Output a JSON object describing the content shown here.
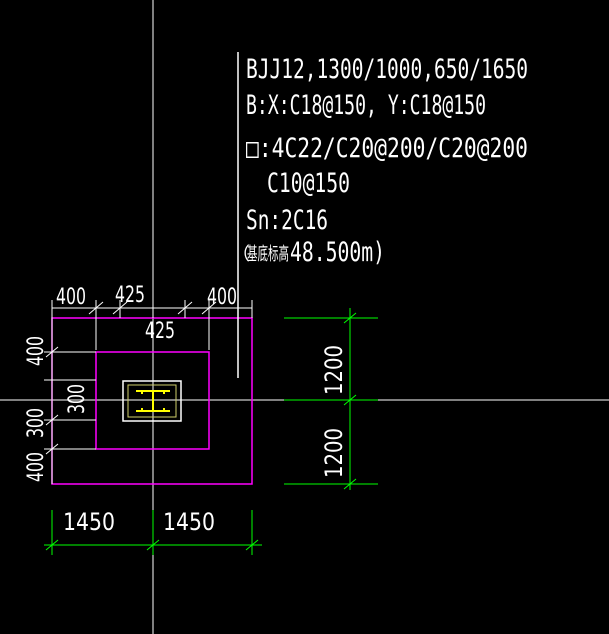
{
  "annotation": {
    "line1": "BJJ12,1300/1000,650/1650",
    "line2": "B:X:C18@150, Y:C18@150",
    "line3": "□:4C22/C20@200/C20@200",
    "line4": "C10@150",
    "line5": "Sn:2C16",
    "line6_prefix": "（",
    "line6_cn": "基底标高",
    "line6_value": "48.500m)"
  },
  "dimensions": {
    "top_1": "400",
    "top_2": "425",
    "top_3": "400",
    "top_4": "425",
    "left_1": "400",
    "left_2": "300",
    "left_3": "300",
    "left_4": "400",
    "right_1": "1200",
    "right_2": "1200",
    "bottom_1": "1450",
    "bottom_2": "1450"
  },
  "colors": {
    "background": "#000000",
    "axis": "#ffffff",
    "foundation": "#ff00ff",
    "dimension": "#00ff00",
    "column_section": "#ffff00",
    "text": "#ffffff"
  }
}
